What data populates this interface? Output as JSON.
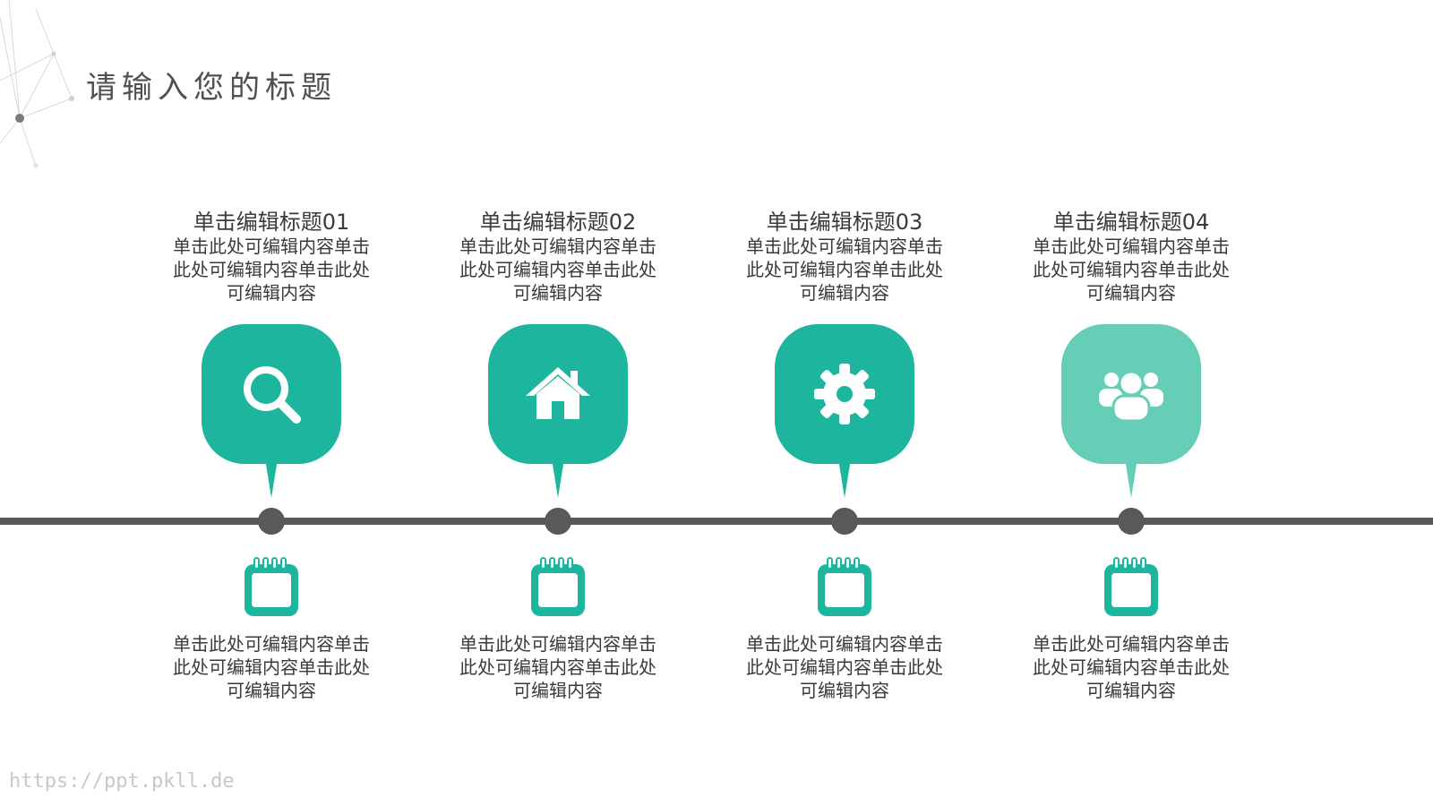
{
  "slide": {
    "title": "请输入您的标题",
    "accent_color": "#1db59e",
    "accent_light_color": "#66cdb7",
    "line_color": "#595959"
  },
  "milestones": [
    {
      "title": "单击编辑标题01",
      "top_text": "单击此处可编辑内容单击此处可编辑内容单击此处可编辑内容",
      "bottom_text": "单击此处可编辑内容单击此处可编辑内容单击此处可编辑内容",
      "icon": "search-icon"
    },
    {
      "title": "单击编辑标题02",
      "top_text": "单击此处可编辑内容单击此处可编辑内容单击此处可编辑内容",
      "bottom_text": "单击此处可编辑内容单击此处可编辑内容单击此处可编辑内容",
      "icon": "home-icon"
    },
    {
      "title": "单击编辑标题03",
      "top_text": "单击此处可编辑内容单击此处可编辑内容单击此处可编辑内容",
      "bottom_text": "单击此处可编辑内容单击此处可编辑内容单击此处可编辑内容",
      "icon": "gear-icon"
    },
    {
      "title": "单击编辑标题04",
      "top_text": "单击此处可编辑内容单击此处可编辑内容单击此处可编辑内容",
      "bottom_text": "单击此处可编辑内容单击此处可编辑内容单击此处可编辑内容",
      "icon": "users-icon"
    }
  ],
  "watermark": "https://ppt.pkll.de"
}
